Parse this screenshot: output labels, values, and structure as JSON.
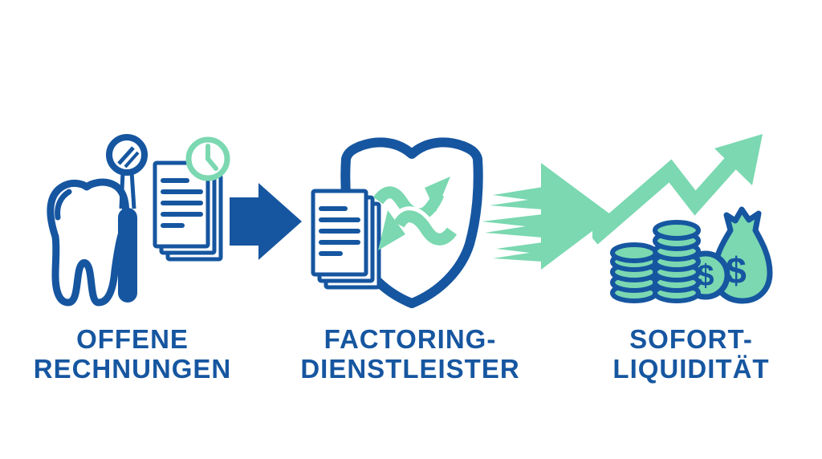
{
  "title": "dental-factoring-process-infographic",
  "colors": {
    "primary_blue": "#1656A0",
    "mint_green": "#7BD8B1",
    "background": "#FFFFFF"
  },
  "money": {
    "currency_symbol": "$"
  },
  "steps": [
    {
      "id": "open-invoices",
      "label_line1": "OFFENE",
      "label_line2": "RECHNUNGEN",
      "icons": [
        "tooth-icon",
        "dental-mirror-icon",
        "invoices-stack-icon",
        "clock-icon"
      ]
    },
    {
      "id": "factoring-provider",
      "label_line1": "FACTORING-",
      "label_line2": "DIENSTLEISTER",
      "icons": [
        "shield-icon",
        "invoices-stack-icon",
        "shuffle-arrows-icon"
      ]
    },
    {
      "id": "instant-liquidity",
      "label_line1": "SOFORT-",
      "label_line2": "LIQUIDITÄT",
      "icons": [
        "growth-arrow-icon",
        "coin-stacks-icon",
        "dollar-coin-icon",
        "money-bag-icon"
      ]
    }
  ],
  "connectors": [
    {
      "id": "arrow-1",
      "type": "solid-right-arrow",
      "color": "#1656A0"
    },
    {
      "id": "arrow-2",
      "type": "speed-right-arrow",
      "color": "#7BD8B1"
    }
  ]
}
